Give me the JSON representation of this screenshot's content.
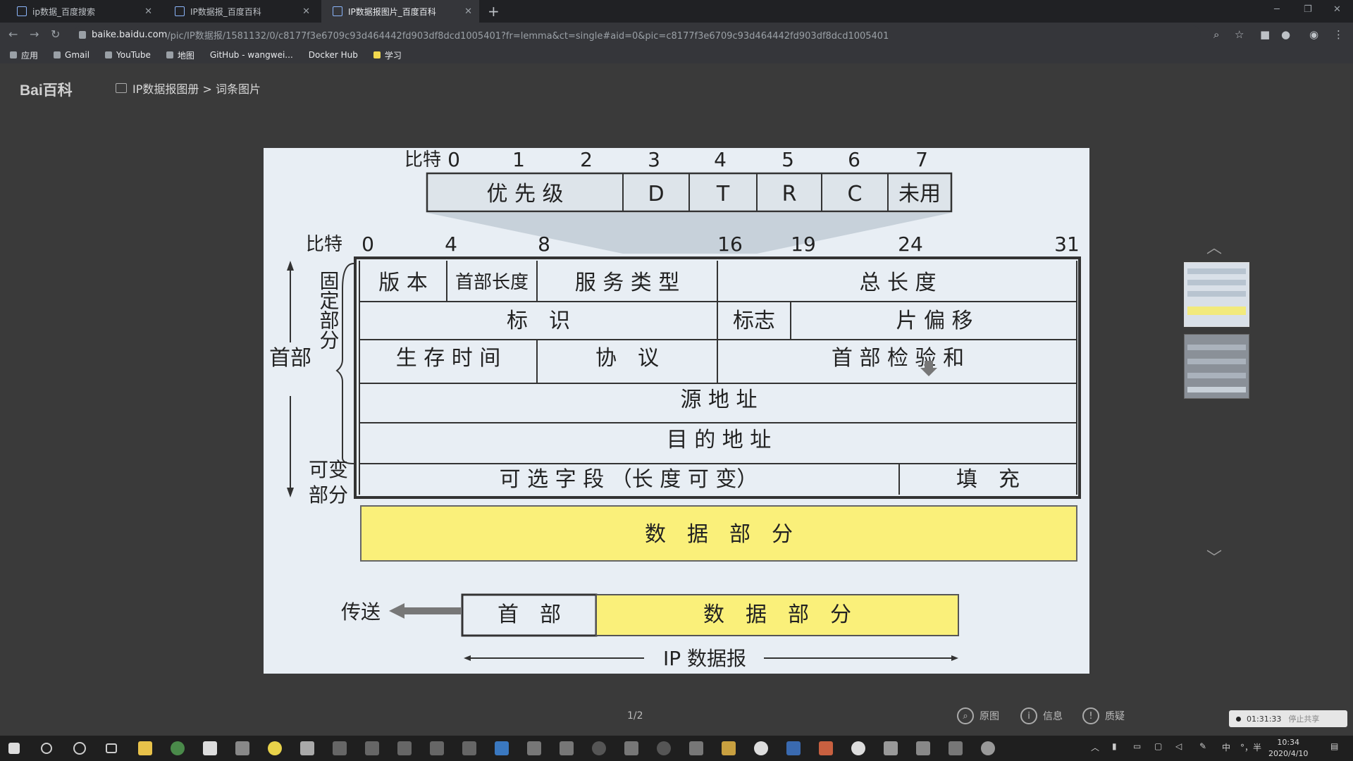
{
  "browser": {
    "tabs": [
      {
        "title": "ip数据_百度搜索"
      },
      {
        "title": "IP数据报_百度百科"
      },
      {
        "title": "IP数据报图片_百度百科"
      }
    ],
    "new_tab": "+",
    "url_host": "baike.baidu.com",
    "url_path": "/pic/IP数据报/1581132/0/c8177f3e6709c93d464442fd903df8dcd1005401?fr=lemma&ct=single#aid=0&pic=c8177f3e6709c93d464442fd903df8dcd1005401",
    "bookmarks": [
      "应用",
      "Gmail",
      "YouTube",
      "地图",
      "GitHub - wangwei...",
      "Docker Hub",
      "学习"
    ]
  },
  "baike": {
    "logo": "Bai百科",
    "breadcrumb": "IP数据报图册 > 词条图片",
    "pager": "1/2",
    "tools": [
      {
        "icon": "magnifier-icon",
        "glyph": "⌕",
        "label": "原图"
      },
      {
        "icon": "info-icon",
        "glyph": "i",
        "label": "信息"
      },
      {
        "icon": "alert-icon",
        "glyph": "!",
        "label": "质疑"
      }
    ],
    "recording": "01:31:33",
    "recording_note": "停止共享"
  },
  "diagram": {
    "tos": {
      "bit_label": "比特",
      "bits": [
        "0",
        "1",
        "2",
        "3",
        "4",
        "5",
        "6",
        "7"
      ],
      "fields": [
        "优 先 级",
        "D",
        "T",
        "R",
        "C",
        "未用"
      ]
    },
    "main": {
      "bit_label": "比特",
      "bits": [
        "0",
        "4",
        "8",
        "16",
        "19",
        "24",
        "31"
      ]
    },
    "rows": [
      [
        "版 本",
        "首部长度",
        "服 务 类 型",
        "总 长 度"
      ],
      [
        "标　识",
        "标志",
        "片 偏 移"
      ],
      [
        "生 存 时 间",
        "协　议",
        "首 部 检 验 和"
      ],
      [
        "源 地 址"
      ],
      [
        "目 的 地 址"
      ],
      [
        "可 选 字 段 （长 度 可 变）",
        "填　充"
      ]
    ],
    "data_part": "数　据　部　分",
    "side_header": "首部",
    "side_fixed": "固定部分",
    "side_variable": [
      "可变",
      "部分"
    ],
    "transmit": "传送",
    "packet_header": "首　部",
    "packet_data": "数　据　部　分",
    "caption": "IP 数据报",
    "colors": {
      "data_fill": "#faf07a",
      "background": "#e8eef4",
      "border": "#333333"
    }
  },
  "system": {
    "time": "10:34",
    "date": "2020/4/10",
    "tray": [
      "中",
      "°，半"
    ]
  }
}
